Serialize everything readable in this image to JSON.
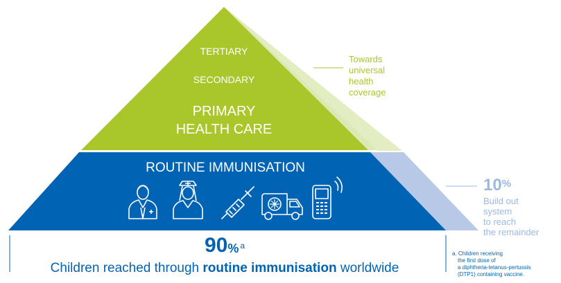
{
  "pyramid": {
    "levels": {
      "tertiary": "TERTIARY",
      "secondary": "SECONDARY",
      "primary_line1": "PRIMARY",
      "primary_line2": "HEALTH CARE",
      "routine": "ROUTINE IMMUNISATION"
    },
    "icons": [
      "doctor-icon",
      "nurse-icon",
      "syringe-icon",
      "vaccine-van-icon",
      "mobile-phone-icon"
    ]
  },
  "toward": {
    "lines": [
      "Towards",
      "universal",
      "health",
      "coverage"
    ]
  },
  "reached": {
    "value": "90",
    "unit": "%",
    "footnote_marker": "a",
    "caption_before": "Children reached through ",
    "caption_bold": "routine immunisation",
    "caption_after": " worldwide"
  },
  "remainder": {
    "value": "10",
    "unit": "%",
    "lines": [
      "Build out",
      "system",
      "to reach",
      "the remainder"
    ]
  },
  "footnote": {
    "lines": [
      "a. Children receiving",
      "the first dose of",
      "a diphtheria-tetanus-pertussis",
      "(DTP1) containing vaccine."
    ]
  },
  "colors": {
    "green": "#a9c62b",
    "blue": "#0063b4",
    "light_blue": "#b8c9e8",
    "light_green": "#dde9b4"
  }
}
